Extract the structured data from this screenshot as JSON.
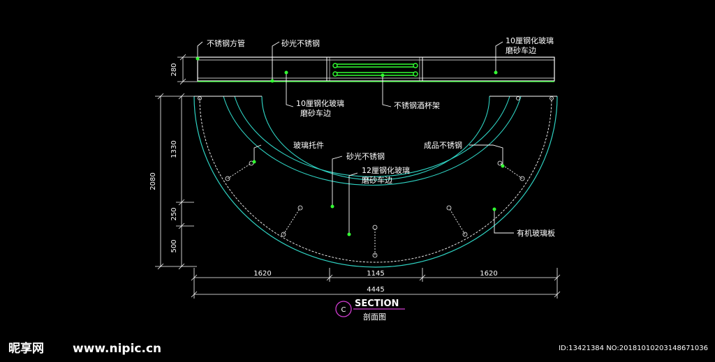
{
  "labels": {
    "square_tube": "不锈钢方管",
    "satin_ss_top": "砂光不锈钢",
    "glass_10_top_right_l1": "10厘钢化玻璃",
    "glass_10_top_right_l2": "磨砂车边",
    "glass_10_mid_l1": "10厘钢化玻璃",
    "glass_10_mid_l2": "磨砂车边",
    "wine_rack": "不锈钢酒杯架",
    "glass_bracket": "玻璃托件",
    "satin_ss_plan": "砂光不锈钢",
    "glass_12_l1": "12厘钢化玻璃",
    "glass_12_l2": "磨砂车边",
    "finished_ss": "成品不锈钢",
    "acrylic_panel": "有机玻璃板"
  },
  "dimensions": {
    "v_280": "280",
    "v_2080": "2080",
    "v_1330": "1330",
    "v_250": "250",
    "v_500": "500",
    "h_1620_left": "1620",
    "h_1145": "1145",
    "h_1620_right": "1620",
    "h_4445": "4445"
  },
  "section": {
    "marker": "C",
    "title": "SECTION",
    "subtitle": "剖面图"
  },
  "watermark": {
    "brand": "昵享网",
    "url": "www.nipic.cn",
    "id_text": "ID:13421384 NO:20181010203148671036"
  },
  "colors": {
    "background": "#000000",
    "linework": "#ffffff",
    "leader_green": "#33ff33",
    "arc_cyan": "#2fd3c3",
    "section_circle": "#d23cd2"
  }
}
